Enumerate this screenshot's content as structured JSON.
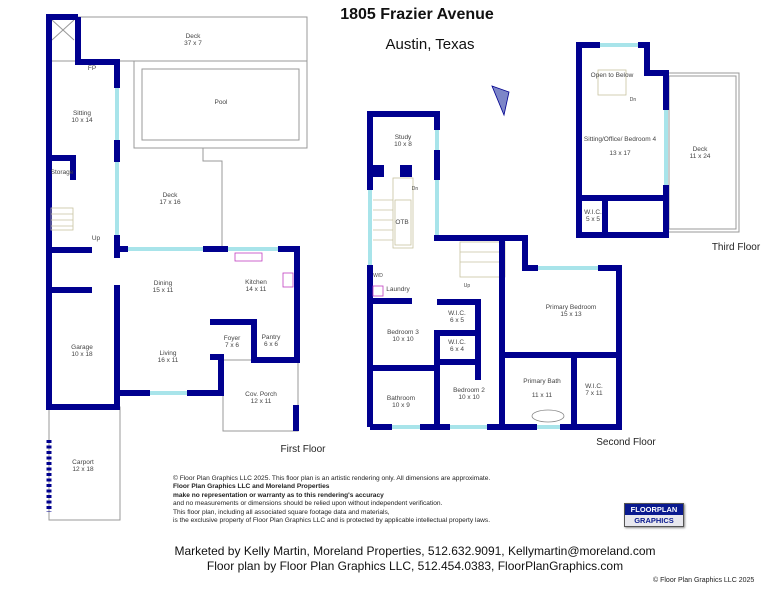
{
  "header": {
    "title": "1805 Frazier Avenue",
    "subtitle": "Austin, Texas"
  },
  "floors": {
    "first": {
      "label": "First Floor",
      "rooms": [
        {
          "name": "Deck",
          "dims": "37 x 7"
        },
        {
          "name": "Pool",
          "dims": ""
        },
        {
          "name": "Sitting",
          "dims": "10 x 14"
        },
        {
          "name": "Storage",
          "dims": ""
        },
        {
          "name": "Deck",
          "dims": "17 x 16"
        },
        {
          "name": "Dining",
          "dims": "15 x 11"
        },
        {
          "name": "Kitchen",
          "dims": "14 x 11"
        },
        {
          "name": "Garage",
          "dims": "10 x 18"
        },
        {
          "name": "Foyer",
          "dims": "7 x 6"
        },
        {
          "name": "Pantry",
          "dims": "6 x 6"
        },
        {
          "name": "Living",
          "dims": "16 x 11"
        },
        {
          "name": "Cov. Porch",
          "dims": "12 x 11"
        },
        {
          "name": "Carport",
          "dims": "12 x 18"
        }
      ],
      "marks": {
        "fireplace": "FP",
        "stairs": "Up"
      }
    },
    "second": {
      "label": "Second Floor",
      "rooms": [
        {
          "name": "Study",
          "dims": "10 x 8"
        },
        {
          "name": "OTB",
          "dims": ""
        },
        {
          "name": "Laundry",
          "dims": ""
        },
        {
          "name": "Bedroom 3",
          "dims": "10 x 10"
        },
        {
          "name": "W.I.C.",
          "dims": "6 x 5"
        },
        {
          "name": "W.I.C.",
          "dims": "6 x 4"
        },
        {
          "name": "Primary Bedroom",
          "dims": "15 x 13"
        },
        {
          "name": "Bathroom",
          "dims": "10 x 9"
        },
        {
          "name": "Bedroom 2",
          "dims": "10 x 10"
        },
        {
          "name": "Primary Bath",
          "dims": "11 x 11"
        },
        {
          "name": "W.I.C.",
          "dims": "7 x 11"
        }
      ],
      "marks": {
        "washer_dryer": "W/D",
        "stairs_down": "Dn",
        "stairs_up": "Up"
      }
    },
    "third": {
      "label": "Third Floor",
      "rooms": [
        {
          "name": "Open to Below",
          "dims": ""
        },
        {
          "name": "Sitting/Office/ Bedroom 4",
          "dims": "13 x 17"
        },
        {
          "name": "Deck",
          "dims": "11 x 24"
        },
        {
          "name": "W.I.C.",
          "dims": "5 x 5"
        }
      ],
      "marks": {
        "stairs_down": "Dn"
      }
    }
  },
  "disclaimer": [
    "© Floor Plan Graphics LLC 2025. This floor plan is an artistic rendering only. All dimensions are approximate.",
    "Floor Plan Graphics LLC and Moreland Properties",
    "make no representation or warranty as to this rendering's accuracy",
    "and no measurements or dimensions should be relied upon without independent verification.",
    "This floor plan, including all associated square footage data and materials,",
    "is the exclusive property of Floor Plan Graphics LLC and is protected by applicable intellectual property laws."
  ],
  "logo": {
    "top": "FLOORPLAN",
    "bottom": "GRAPHICS"
  },
  "footer": {
    "line1": "Marketed by Kelly Martin, Moreland Properties, 512.632.9091, Kellymartin@moreland.com",
    "line2": "Floor plan by Floor Plan Graphics LLC, 512.454.0383, FloorPlanGraphics.com",
    "copyright": "© Floor Plan Graphics LLC 2025"
  },
  "colors": {
    "wall": "#00008f",
    "window": "#a8e4ea",
    "fixture": "#c040c0"
  }
}
